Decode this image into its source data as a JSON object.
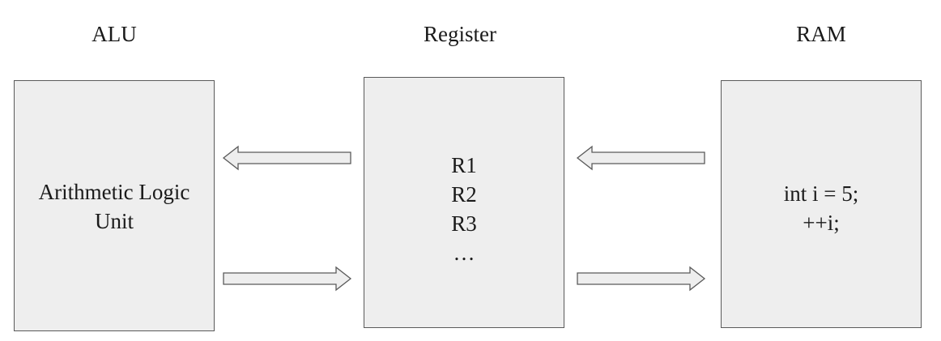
{
  "headings": {
    "alu": "ALU",
    "register": "Register",
    "ram": "RAM"
  },
  "alu_box": {
    "line1": "Arithmetic Logic",
    "line2": "Unit"
  },
  "register_box": {
    "items": [
      "R1",
      "R2",
      "R3",
      "…"
    ]
  },
  "ram_box": {
    "line1": "int i = 5;",
    "line2": "++i;"
  },
  "colors": {
    "box_fill": "#eeeeee",
    "box_border": "#5a5a5a",
    "arrow_fill": "#eeeeee",
    "arrow_stroke": "#5a5a5a"
  }
}
